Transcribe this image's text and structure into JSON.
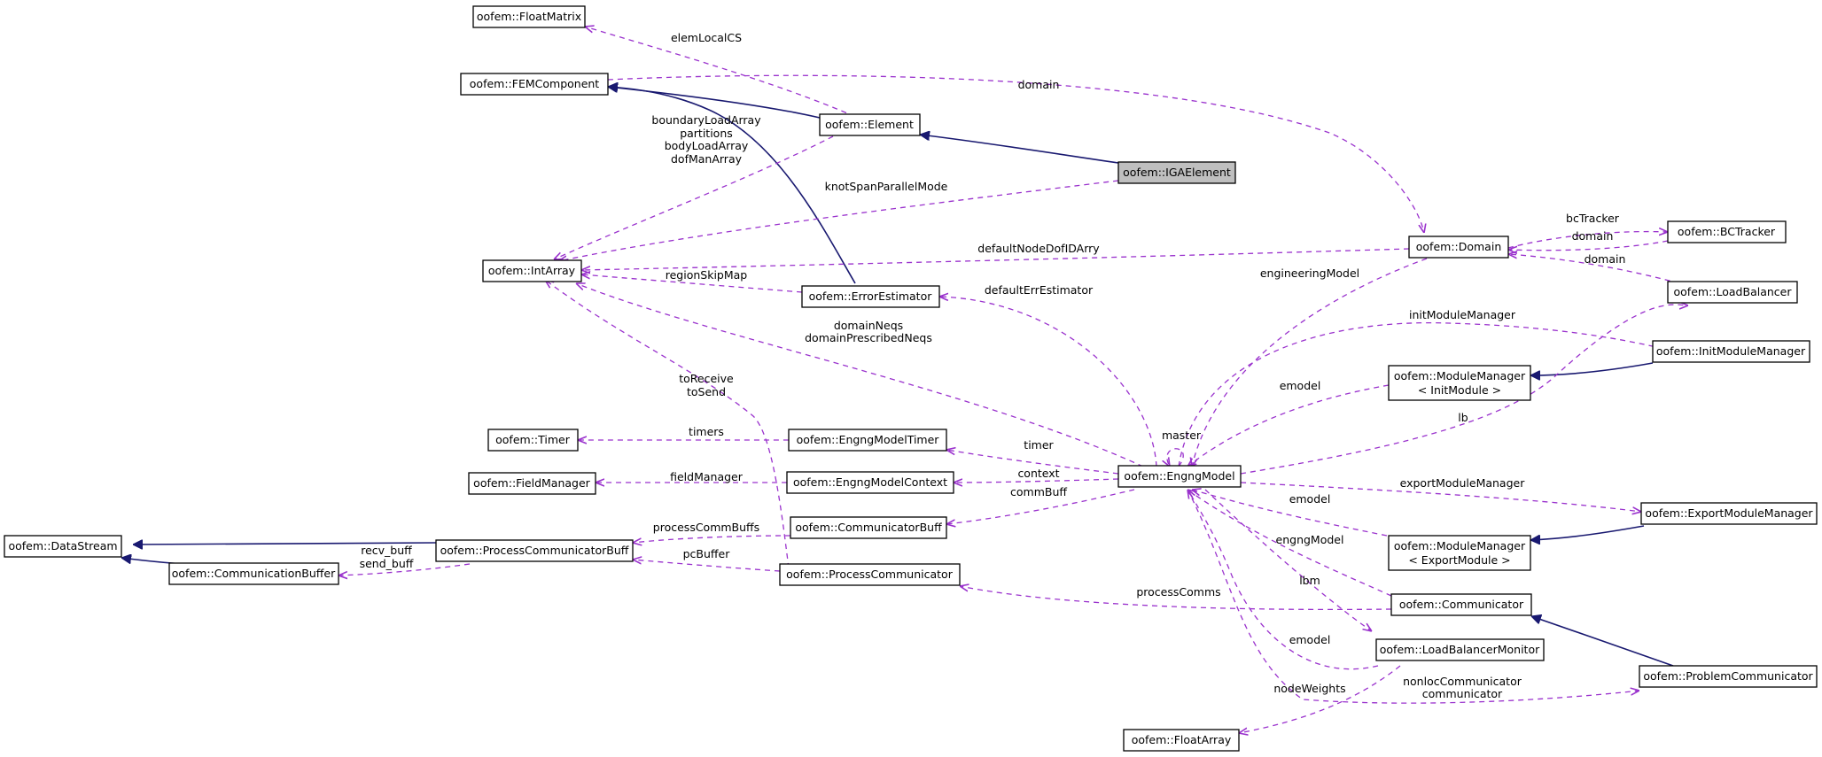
{
  "colors": {
    "inheritance": "#191970",
    "association": "#9a32cd",
    "focus_fill": "#bfbfbf"
  },
  "nodes": {
    "floatmatrix": "oofem::FloatMatrix",
    "femcomponent": "oofem::FEMComponent",
    "element": "oofem::Element",
    "igaelement": "oofem::IGAElement",
    "intarray": "oofem::IntArray",
    "domain": "oofem::Domain",
    "bctracker": "oofem::BCTracker",
    "loadbalancer": "oofem::LoadBalancer",
    "errorestimator": "oofem::ErrorEstimator",
    "initmodulemanager": "oofem::InitModuleManager",
    "modulemanager_init_l1": "oofem::ModuleManager",
    "modulemanager_init_l2": "< InitModule >",
    "timer": "oofem::Timer",
    "engngmodeltimer": "oofem::EngngModelTimer",
    "engngmodel": "oofem::EngngModel",
    "fieldmanager": "oofem::FieldManager",
    "engngmodelcontext": "oofem::EngngModelContext",
    "exportmodulemanager": "oofem::ExportModuleManager",
    "datastream": "oofem::DataStream",
    "processcommunicatorbuff": "oofem::ProcessCommunicatorBuff",
    "communicatorbuff": "oofem::CommunicatorBuff",
    "modulemanager_export_l1": "oofem::ModuleManager",
    "modulemanager_export_l2": "< ExportModule >",
    "communicationbuffer": "oofem::CommunicationBuffer",
    "processcommunicator": "oofem::ProcessCommunicator",
    "communicator": "oofem::Communicator",
    "loadbalancermonitor": "oofem::LoadBalancerMonitor",
    "problemcommunicator": "oofem::ProblemCommunicator",
    "floatarray": "oofem::FloatArray"
  },
  "edge_labels": {
    "elemLocalCS": "elemLocalCS",
    "domain_top": "domain",
    "boundaryLoadArray": "boundaryLoadArray",
    "partitions": "partitions",
    "bodyLoadArray": "bodyLoadArray",
    "dofManArray": "dofManArray",
    "knotSpanParallelMode": "knotSpanParallelMode",
    "defaultNodeDofIDArry": "defaultNodeDofIDArry",
    "regionSkipMap": "regionSkipMap",
    "bcTracker": "bcTracker",
    "domain_bc": "domain",
    "domain_lb": "domain",
    "engineeringModel": "engineeringModel",
    "defaultErrEstimator": "defaultErrEstimator",
    "domainNeqs": "domainNeqs",
    "domainPrescribedNeqs": "domainPrescribedNeqs",
    "initModuleManager": "initModuleManager",
    "toReceive": "toReceive",
    "toSend": "toSend",
    "emodel_init": "emodel",
    "lb": "lb",
    "master": "master",
    "timers": "timers",
    "timer": "timer",
    "fieldManager": "fieldManager",
    "context": "context",
    "commBuff": "commBuff",
    "exportModuleManager": "exportModuleManager",
    "processCommBuffs": "processCommBuffs",
    "emodel_export": "emodel",
    "recv_buff": "recv_buff",
    "send_buff": "send_buff",
    "pcBuffer": "pcBuffer",
    "engngModel": "engngModel",
    "processComms": "processComms",
    "lbm": "lbm",
    "emodel_lbm": "emodel",
    "nonlocCommunicator": "nonlocCommunicator",
    "communicator": "communicator",
    "nodeWeights": "nodeWeights"
  }
}
